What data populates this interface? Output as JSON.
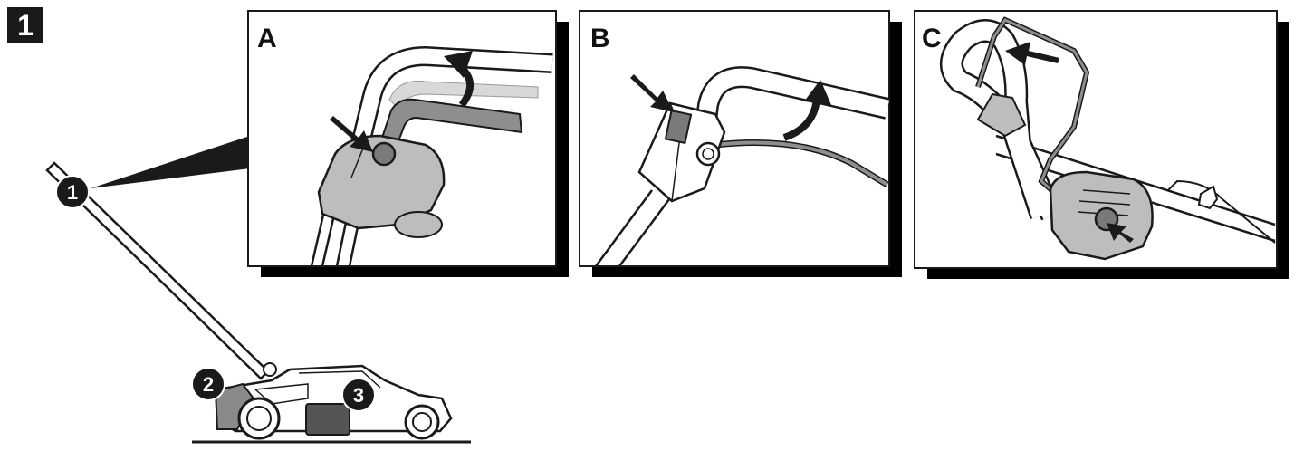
{
  "figure": {
    "number": "1"
  },
  "panels": [
    {
      "letter": "A"
    },
    {
      "letter": "B"
    },
    {
      "letter": "C"
    }
  ],
  "callouts": [
    "1",
    "2",
    "3"
  ],
  "colors": {
    "ink": "#1a1a1a",
    "part_grey": "#bdbdbd",
    "highlight": "#d8d8d8",
    "shadow": "#000000"
  }
}
